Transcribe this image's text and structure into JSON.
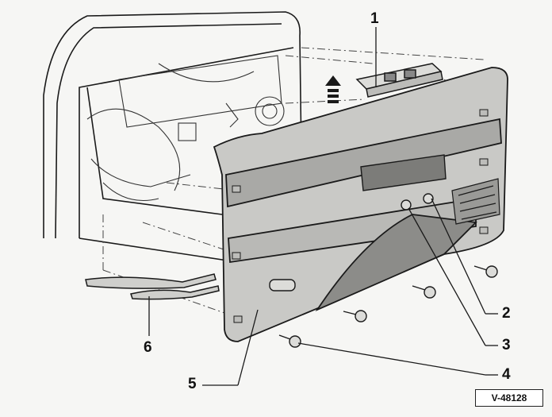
{
  "callouts": {
    "c1": "1",
    "c2": "2",
    "c3": "3",
    "c4": "4",
    "c5": "5",
    "c6": "6"
  },
  "reference_code": "V-48128",
  "colors": {
    "line": "#1a1a1a",
    "panel_fill": "#c9c9c6",
    "panel_dark": "#8c8c89",
    "background": "#f6f6f4"
  }
}
